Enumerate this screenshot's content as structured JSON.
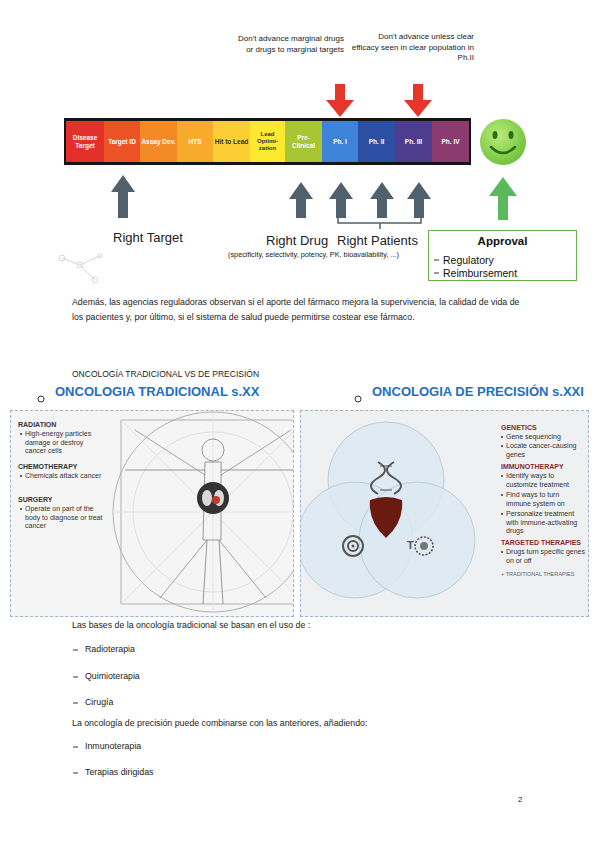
{
  "diagram": {
    "nodes": [
      {
        "text": [
          "Disease Target"
        ]
      },
      {
        "text": [
          "Target ID"
        ]
      },
      {
        "text": [
          "Assay Dev."
        ]
      },
      {
        "text": [
          "HTS"
        ]
      },
      {
        "text": [
          "Hit to Lead"
        ]
      },
      {
        "text": [
          "Lead Optimi- zation"
        ]
      },
      {
        "text": [
          "Pre-Clinical"
        ]
      },
      {
        "text": [
          "Ph. I"
        ]
      },
      {
        "text": [
          "Ph. II"
        ]
      },
      {
        "text": [
          "Ph. III"
        ]
      },
      {
        "text": [
          "Ph. IV"
        ]
      },
      {
        "text": [
          "Approval",
          "Regulatory",
          "Reimbursement"
        ]
      },
      {
        "text": [
          "ONCOLOGIA TRADICIONAL s.XX",
          "RADIATION",
          "High-energy particles damage or destroy cancer cells",
          "CHEMOTHERAPY",
          "Chemicals attack cancer",
          "SURGERY",
          "Operate on part of the body to diagnose or treat cancer"
        ]
      },
      {
        "text": [
          "ONCOLOGIA DE PRECISIÓN s.XXI",
          "GENETICS",
          "Gene sequencing",
          "Locate cancer-causing genes",
          "IMMUNOTHERAPY",
          "Identify ways to customize treatment",
          "Find ways to turn immune system on",
          "Personalize treatment with immune-activating drugs",
          "TARGETED THERAPIES",
          "Drugs turn specific genes on or off",
          "+ TRADITIONAL THERAPIES"
        ]
      }
    ],
    "labels": [
      "Don't advance marginal drugs or drugs to marginal targets",
      "Don't advance unless clear efficacy seen in clear population in Ph.II",
      "Right Target",
      "Right Drug",
      "(specificity, selectivity, potency, PK, bioavailability, ...)",
      "Right Patients",
      "Además, las agencias reguladoras observan si el aporte del fármaco mejora la supervivencia, la calidad de vida de los pacientes y, por último, si el sistema de salud puede permitirse costear ese fármaco.",
      "ONCOLOGÍA TRADICIONAL VS DE PRECISIÓN",
      "T",
      "Las bases de la oncología tradicional se basan en el uso de :",
      "Radioterapia",
      "Quimioterapia",
      "Cirugía",
      "La oncología de precisión puede combinarse con las anteriores, añadiendo:",
      "Inmunoterapia",
      "Terapias dirigidas",
      "2"
    ]
  }
}
